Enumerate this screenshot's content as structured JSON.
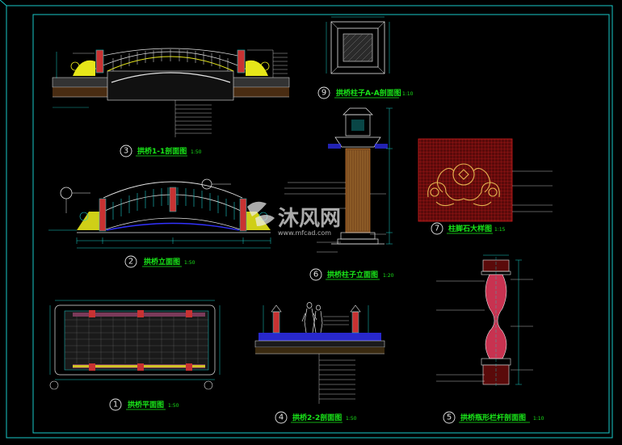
{
  "drawings": [
    {
      "num": "3",
      "title": "拱桥1-1剖面图",
      "scale": "1:50"
    },
    {
      "num": "2",
      "title": "拱桥立面图",
      "scale": "1:50"
    },
    {
      "num": "1",
      "title": "拱桥平面图",
      "scale": "1:50"
    },
    {
      "num": "9",
      "title": "拱桥柱子A-A剖面图",
      "scale": "1:10"
    },
    {
      "num": "6",
      "title": "拱桥柱子立面图",
      "scale": "1:20"
    },
    {
      "num": "4",
      "title": "拱桥2-2剖面图",
      "scale": "1:50"
    },
    {
      "num": "7",
      "title": "柱脚石大样图",
      "scale": "1:15"
    },
    {
      "num": "5",
      "title": "拱桥瓶形栏杆剖面图",
      "scale": "1:10"
    }
  ],
  "watermark": {
    "text": "沐风网",
    "url": "www.mfcad.com"
  },
  "colors": {
    "frame": "#19c8c8",
    "title": "#19e619",
    "dim": "#19d2c8",
    "line": "#e6e6e6",
    "yellow": "#e6e619",
    "red": "#d21e1e",
    "brown": "#c8782d",
    "magenta": "#e619e6",
    "blue": "#3232ff"
  }
}
